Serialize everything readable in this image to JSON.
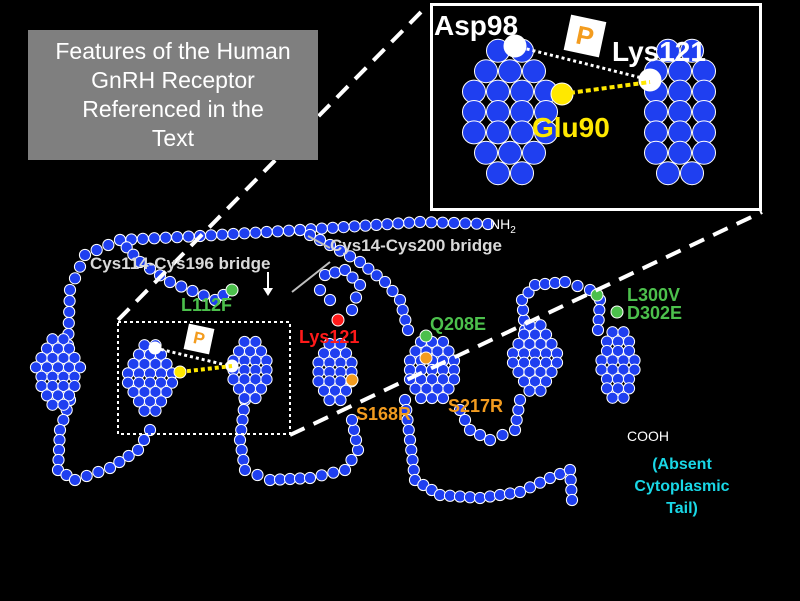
{
  "title": "Features of the Human\nGnRH Receptor\nReferenced in the\nText",
  "terminus": {
    "n": "NH",
    "n_sub": "2",
    "c": "COOH"
  },
  "bridges": {
    "cys14_cys200": "Cys14-Cys200 bridge",
    "cys114_cys196": "Cys114-Cys196 bridge"
  },
  "mutations": {
    "l112f": "L112F",
    "lys121": "Lys121",
    "q208e": "Q208E",
    "s168r": "S168R",
    "s217r": "S217R",
    "l300v": "L300V",
    "d302e": "D302E"
  },
  "absent_tail": "(Absent\nCytoplasmic\nTail)",
  "phospho": "P",
  "inset": {
    "asp98": "Asp98",
    "lys121": "Lys121",
    "glu90": "Glu90",
    "phospho": "P"
  },
  "colors": {
    "residue": "#1f3ff0",
    "highlight_green": "#4cc04c",
    "highlight_red": "#ff1a1a",
    "highlight_orange": "#f39c1f",
    "highlight_yellow": "#ffe800",
    "highlight_white": "#ffffff",
    "title_box": "#7f7f7f",
    "cyan": "#19d7e6"
  }
}
